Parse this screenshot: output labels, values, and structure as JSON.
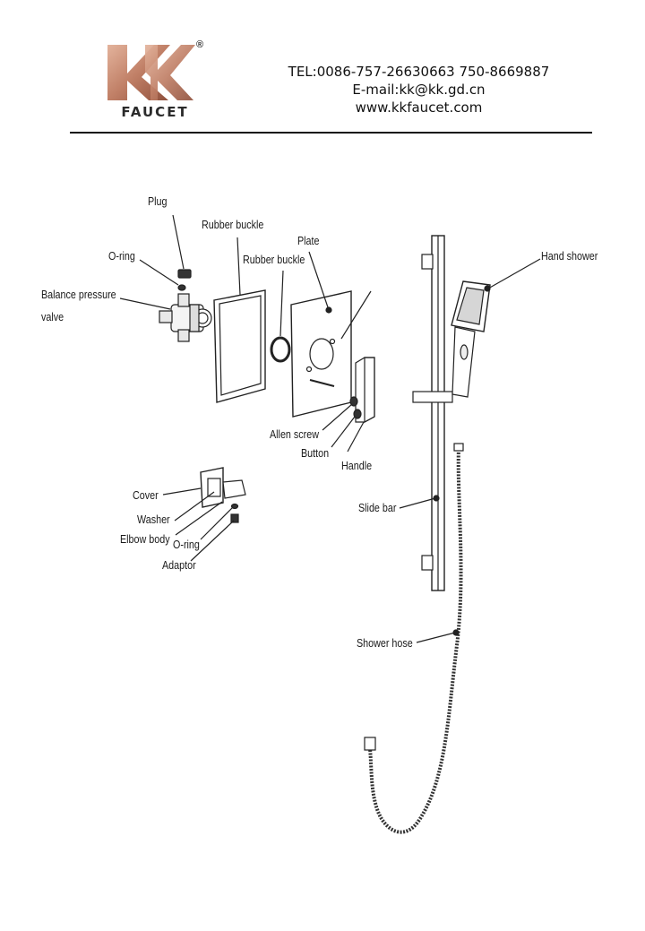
{
  "brand": {
    "letters": "KK",
    "word": "FAUCET",
    "registered_mark": "®",
    "colors": {
      "copper_light": "#d9a188",
      "copper_dark": "#9b5a45"
    }
  },
  "contact": {
    "tel": "TEL:0086-757-26630663 750-8669887",
    "email": "E-mail:kk@kk.gd.cn",
    "web": "www.kkfaucet.com"
  },
  "labels": {
    "plug": "Plug",
    "o_ring_top": "O-ring",
    "balance_pressure": "Balance pressure",
    "valve": "valve",
    "rubber_buckle_1": "Rubber buckle",
    "rubber_buckle_2": "Rubber buckle",
    "plate": "Plate",
    "allen_screw": "Allen screw",
    "button": "Button",
    "handle": "Handle",
    "hand_shower": "Hand shower",
    "slide_bar": "Slide bar",
    "shower_hose": "Shower hose",
    "cover": "Cover",
    "washer": "Washer",
    "elbow_body": "Elbow body",
    "o_ring_bottom": "O-ring",
    "adaptor": "Adaptor"
  }
}
